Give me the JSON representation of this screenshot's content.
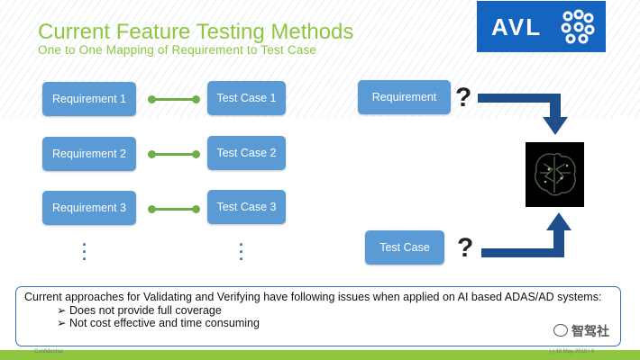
{
  "slide": {
    "title": "Current Feature Testing Methods",
    "subtitle": "One to One Mapping of Requirement to Test Case",
    "logo_text": "AVL",
    "left_requirements": [
      "Requirement 1",
      "Requirement 2",
      "Requirement 3"
    ],
    "left_test_cases": [
      "Test Case 1",
      "Test Case 2",
      "Test Case 3"
    ],
    "right_requirement": "Requirement",
    "right_test_case": "Test Case",
    "question_mark": "?",
    "issues_intro": "Current approaches for Validating and Verifying have following issues when applied on AI based ADAS/AD systems:",
    "issues": [
      "Does not provide full coverage",
      "Not cost effective and time consuming"
    ],
    "bullet_glyph": "➢",
    "footer_left": "Confidential",
    "footer_right": "|  | 16 May 2018 |  8",
    "watermark": "智驾社"
  },
  "colors": {
    "title_green": "#8ec63f",
    "box_blue": "#5b9bd5",
    "arrow_navy": "#1f4e8c",
    "logo_blue": "#1565c0",
    "connector_green": "#70ad47"
  },
  "icons": [
    "avl-logo-mark-icon",
    "arrow-down-icon",
    "arrow-up-icon",
    "ai-brain-icon",
    "wechat-icon"
  ]
}
